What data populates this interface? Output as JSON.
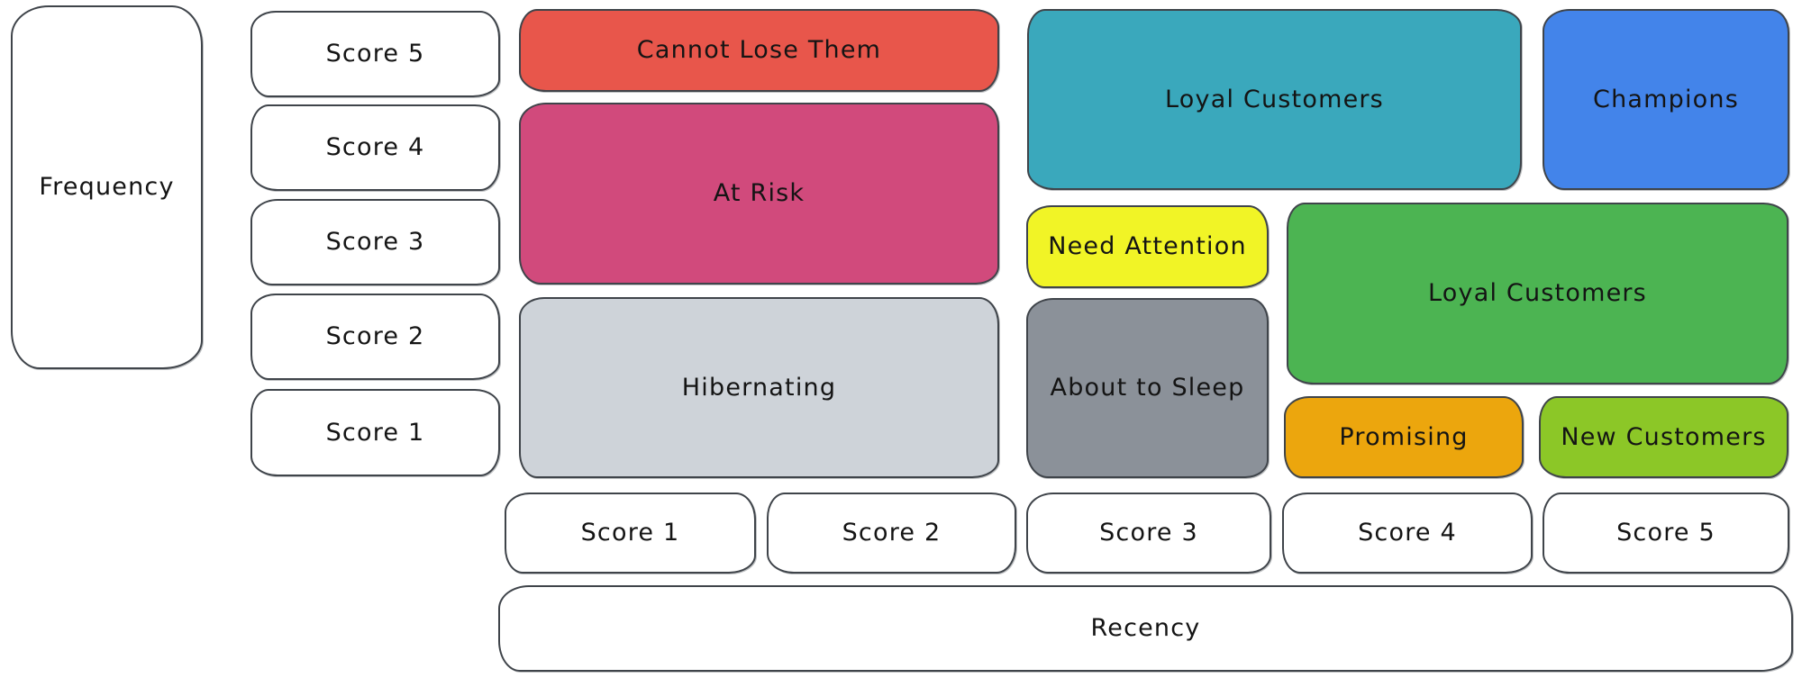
{
  "frequency_axis": {
    "label": "Frequency",
    "scores": [
      "Score 5",
      "Score 4",
      "Score 3",
      "Score 2",
      "Score 1"
    ]
  },
  "recency_axis": {
    "label": "Recency",
    "scores": [
      "Score 1",
      "Score 2",
      "Score 3",
      "Score 4",
      "Score 5"
    ]
  },
  "segments": [
    {
      "label": "Cannot Lose Them",
      "color": "#e8564b",
      "recency_scores": "1-2",
      "frequency_scores": "5"
    },
    {
      "label": "At Risk",
      "color": "#d14a7c",
      "recency_scores": "1-2",
      "frequency_scores": "3-4"
    },
    {
      "label": "Hibernating",
      "color": "#ced3d9",
      "recency_scores": "1-2",
      "frequency_scores": "1-2"
    },
    {
      "label": "Loyal Customers",
      "color": "#3aa8bc",
      "recency_scores": "3-4",
      "frequency_scores": "4-5"
    },
    {
      "label": "Champions",
      "color": "#4384ea",
      "recency_scores": "5",
      "frequency_scores": "4-5"
    },
    {
      "label": "Need Attention",
      "color": "#f1f426",
      "recency_scores": "3",
      "frequency_scores": "3"
    },
    {
      "label": "Loyal Customers",
      "color": "#4cb452",
      "recency_scores": "4-5",
      "frequency_scores": "2-3"
    },
    {
      "label": "About to Sleep",
      "color": "#8b9199",
      "recency_scores": "3",
      "frequency_scores": "1-2"
    },
    {
      "label": "Promising",
      "color": "#eca60d",
      "recency_scores": "4",
      "frequency_scores": "1"
    },
    {
      "label": "New Customers",
      "color": "#8cc727",
      "recency_scores": "5",
      "frequency_scores": "1"
    }
  ]
}
